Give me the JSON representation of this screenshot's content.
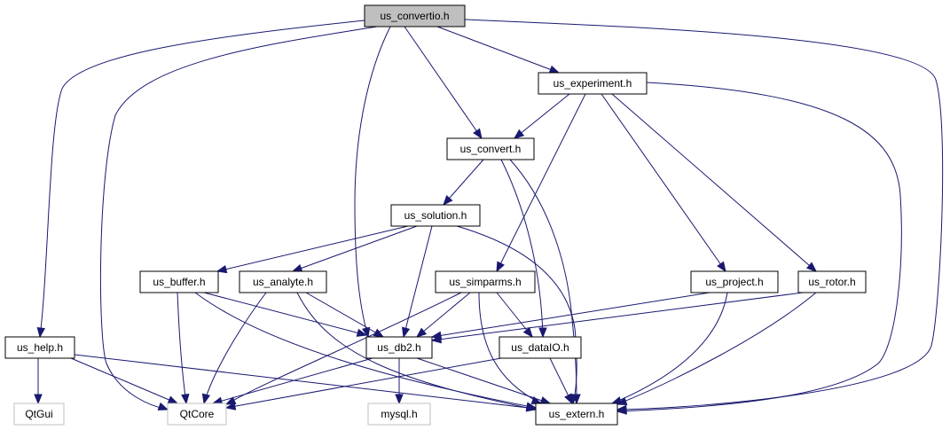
{
  "colors": {
    "edge": "#191970",
    "node_border": "#000000",
    "root_fill": "#bfbfbf",
    "external_border": "#bfbfbf",
    "external_text": "#000000",
    "background": "#ffffff"
  },
  "nodes": [
    {
      "id": "us_convertio",
      "label": "us_convertio.h",
      "kind": "root"
    },
    {
      "id": "us_experiment",
      "label": "us_experiment.h",
      "kind": "normal"
    },
    {
      "id": "us_convert",
      "label": "us_convert.h",
      "kind": "normal"
    },
    {
      "id": "us_solution",
      "label": "us_solution.h",
      "kind": "normal"
    },
    {
      "id": "us_buffer",
      "label": "us_buffer.h",
      "kind": "normal"
    },
    {
      "id": "us_analyte",
      "label": "us_analyte.h",
      "kind": "normal"
    },
    {
      "id": "us_simparms",
      "label": "us_simparms.h",
      "kind": "normal"
    },
    {
      "id": "us_project",
      "label": "us_project.h",
      "kind": "normal"
    },
    {
      "id": "us_rotor",
      "label": "us_rotor.h",
      "kind": "normal"
    },
    {
      "id": "us_help",
      "label": "us_help.h",
      "kind": "normal"
    },
    {
      "id": "us_db2",
      "label": "us_db2.h",
      "kind": "normal"
    },
    {
      "id": "us_dataio",
      "label": "us_dataIO.h",
      "kind": "normal"
    },
    {
      "id": "qtgui",
      "label": "QtGui",
      "kind": "external"
    },
    {
      "id": "qtcore",
      "label": "QtCore",
      "kind": "external"
    },
    {
      "id": "mysql",
      "label": "mysql.h",
      "kind": "external"
    },
    {
      "id": "us_extern",
      "label": "us_extern.h",
      "kind": "normal"
    }
  ],
  "edges": [
    {
      "from": "us_convertio",
      "to": "us_experiment"
    },
    {
      "from": "us_convertio",
      "to": "us_convert"
    },
    {
      "from": "us_convertio",
      "to": "us_help"
    },
    {
      "from": "us_convertio",
      "to": "qtcore"
    },
    {
      "from": "us_convertio",
      "to": "us_db2"
    },
    {
      "from": "us_convertio",
      "to": "us_extern"
    },
    {
      "from": "us_experiment",
      "to": "us_convert"
    },
    {
      "from": "us_experiment",
      "to": "us_simparms"
    },
    {
      "from": "us_experiment",
      "to": "us_project"
    },
    {
      "from": "us_experiment",
      "to": "us_rotor"
    },
    {
      "from": "us_experiment",
      "to": "us_extern"
    },
    {
      "from": "us_convert",
      "to": "us_solution"
    },
    {
      "from": "us_convert",
      "to": "us_dataio"
    },
    {
      "from": "us_convert",
      "to": "us_extern"
    },
    {
      "from": "us_solution",
      "to": "us_buffer"
    },
    {
      "from": "us_solution",
      "to": "us_analyte"
    },
    {
      "from": "us_solution",
      "to": "us_db2"
    },
    {
      "from": "us_solution",
      "to": "us_extern"
    },
    {
      "from": "us_buffer",
      "to": "us_db2"
    },
    {
      "from": "us_buffer",
      "to": "qtcore"
    },
    {
      "from": "us_buffer",
      "to": "us_extern"
    },
    {
      "from": "us_analyte",
      "to": "us_db2"
    },
    {
      "from": "us_analyte",
      "to": "qtcore"
    },
    {
      "from": "us_analyte",
      "to": "us_extern"
    },
    {
      "from": "us_simparms",
      "to": "us_db2"
    },
    {
      "from": "us_simparms",
      "to": "us_dataio"
    },
    {
      "from": "us_simparms",
      "to": "qtcore"
    },
    {
      "from": "us_simparms",
      "to": "us_extern"
    },
    {
      "from": "us_project",
      "to": "us_db2"
    },
    {
      "from": "us_project",
      "to": "us_extern"
    },
    {
      "from": "us_rotor",
      "to": "us_db2"
    },
    {
      "from": "us_rotor",
      "to": "us_extern"
    },
    {
      "from": "us_help",
      "to": "qtgui"
    },
    {
      "from": "us_help",
      "to": "qtcore"
    },
    {
      "from": "us_help",
      "to": "us_extern"
    },
    {
      "from": "us_db2",
      "to": "qtcore"
    },
    {
      "from": "us_db2",
      "to": "mysql"
    },
    {
      "from": "us_db2",
      "to": "us_extern"
    },
    {
      "from": "us_dataio",
      "to": "qtcore"
    },
    {
      "from": "us_dataio",
      "to": "us_extern"
    }
  ]
}
